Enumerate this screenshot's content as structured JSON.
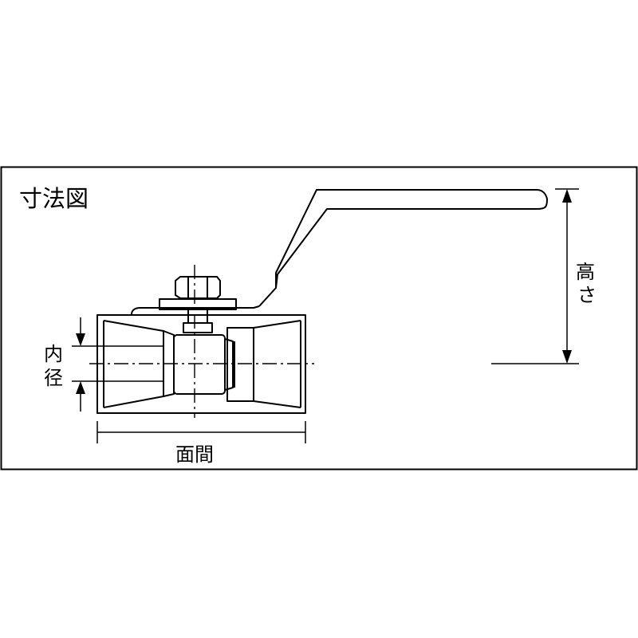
{
  "title": "寸法図",
  "labels": {
    "height": [
      "高",
      "さ"
    ],
    "inner_diameter": [
      "内",
      "径"
    ],
    "face_to_face": "面間"
  }
}
